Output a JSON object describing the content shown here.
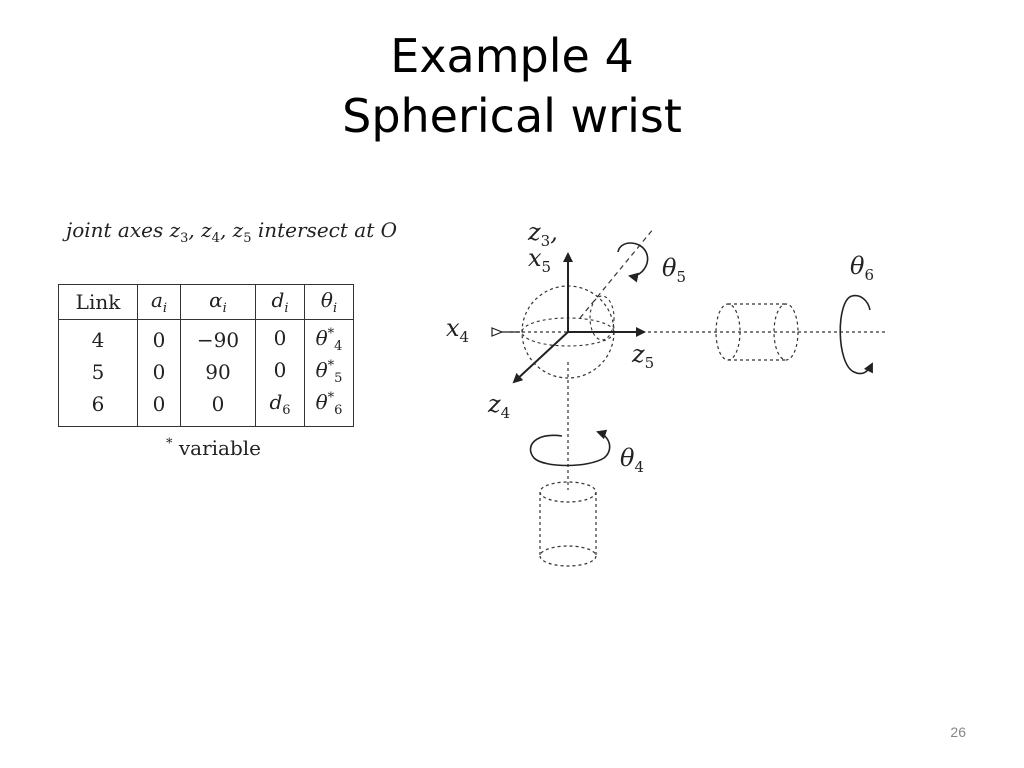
{
  "slide": {
    "title_line1": "Example 4",
    "title_line2": "Spherical wrist",
    "page_number": "26"
  },
  "caption": {
    "prefix": "joint axes ",
    "z3_base": "z",
    "z3_sub": "3",
    "z4_base": "z",
    "z4_sub": "4",
    "z5_base": "z",
    "z5_sub": "5",
    "sep": ", ",
    "suffix": " intersect at ",
    "point": "O"
  },
  "table": {
    "headers": [
      {
        "base": "Link",
        "sub": ""
      },
      {
        "base": "a",
        "sub": "i"
      },
      {
        "base": "α",
        "sub": "i"
      },
      {
        "base": "d",
        "sub": "i"
      },
      {
        "base": "θ",
        "sub": "i"
      }
    ],
    "rows": [
      {
        "link": "4",
        "a": "0",
        "alpha": "−90",
        "d_base": "0",
        "d_sub": "",
        "theta_base": "θ",
        "theta_sub": "4",
        "theta_sup": "*"
      },
      {
        "link": "5",
        "a": "0",
        "alpha": "90",
        "d_base": "0",
        "d_sub": "",
        "theta_base": "θ",
        "theta_sub": "5",
        "theta_sup": "*"
      },
      {
        "link": "6",
        "a": "0",
        "alpha": "0",
        "d_base": "d",
        "d_sub": "6",
        "theta_base": "θ",
        "theta_sub": "6",
        "theta_sup": "*"
      }
    ],
    "footnote_mark": "*",
    "footnote_text": " variable"
  },
  "diagram": {
    "z3": "z",
    "z3_sub": "3",
    "z3_comma": ",",
    "x5": "x",
    "x5_sub": "5",
    "x4": "x",
    "x4_sub": "4",
    "z5": "z",
    "z5_sub": "5",
    "z4": "z",
    "z4_sub": "4",
    "theta4": "θ",
    "theta4_sub": "4",
    "theta5": "θ",
    "theta5_sub": "5",
    "theta6": "θ",
    "theta6_sub": "6"
  }
}
